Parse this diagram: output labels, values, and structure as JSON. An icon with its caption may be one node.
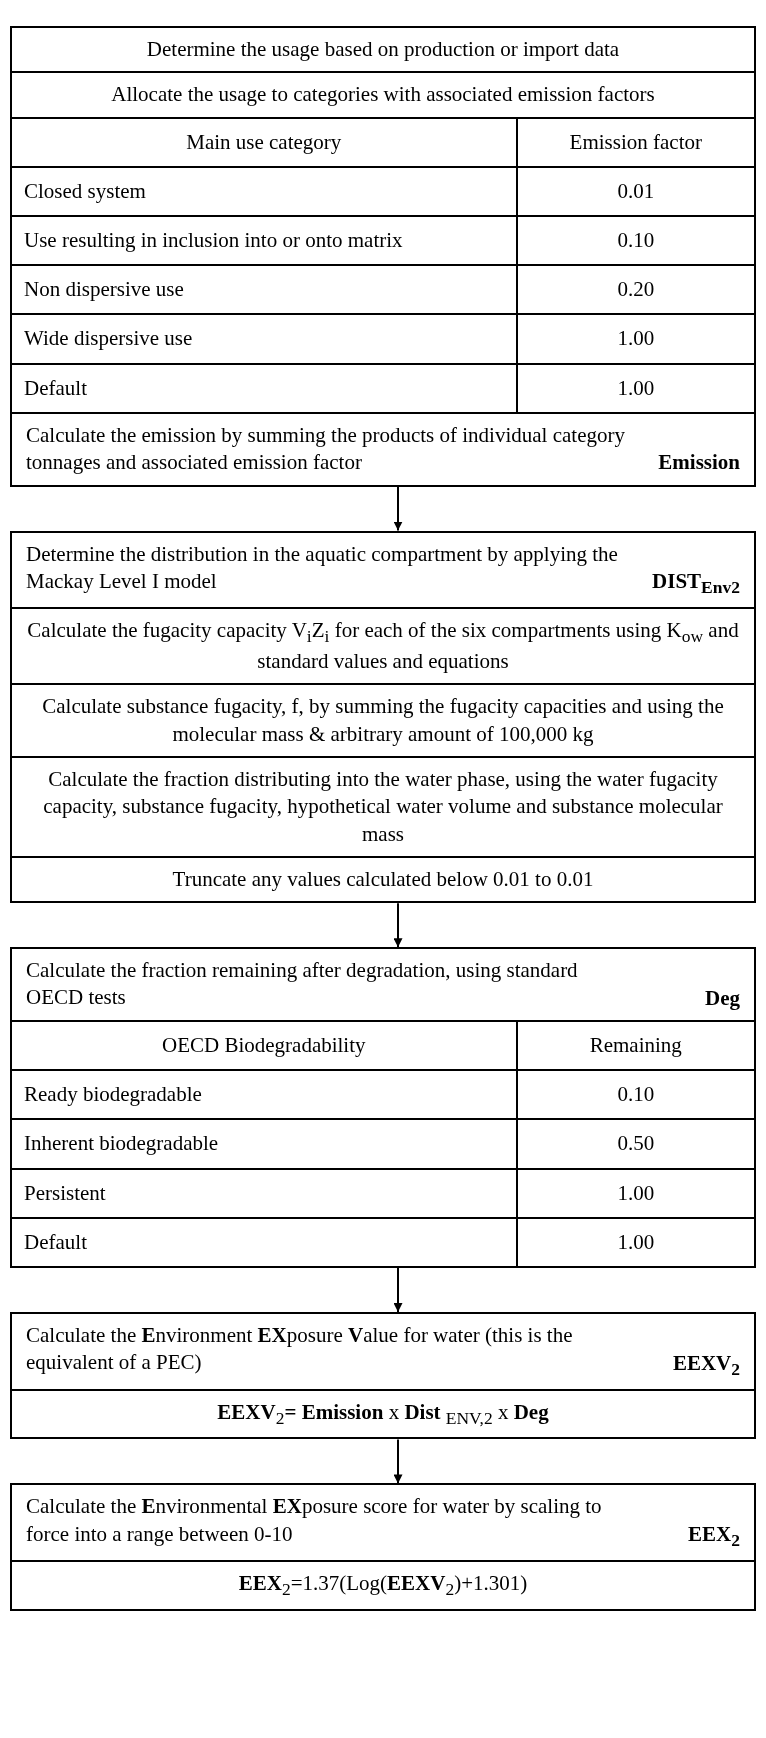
{
  "diagram": {
    "nodes": [
      {
        "text": [],
        "shape": "box"
      },
      {
        "text": [
          "Determine the usage based on production or import data"
        ],
        "in": 0
      },
      {
        "text": [
          "Allocate the usage to categories with associated emission factors"
        ],
        "in": 0
      },
      {
        "text": [
          "Calculate the emission by summing the products of individual category tonnages and associated emission factor",
          "Emission"
        ],
        "in": 0
      },
      {
        "text": [],
        "shape": "box"
      },
      {
        "text": [
          "Determine the distribution in the aquatic compartment by applying the Mackay Level I model",
          "DIST$_{Env2}$"
        ],
        "in": 4
      },
      {
        "text": [
          "Calculate the fugacity capacity V$_{i}$Z$_{i}$ for each of the six compartments using K$_{ow}$ and standard values and equations"
        ],
        "in": 4
      },
      {
        "text": [
          "Calculate substance fugacity, f, by summing the fugacity capacities and using the molecular mass & arbitrary amount of 100,000 kg"
        ],
        "in": 4
      },
      {
        "text": [
          "Calculate the fraction distributing into the water phase, using the water fugacity capacity, substance fugacity, hypothetical water volume and substance molecular mass"
        ],
        "in": 4
      },
      {
        "text": [
          "Truncate any values calculated below 0.01 to 0.01"
        ],
        "in": 4
      },
      {
        "text": [],
        "shape": "box"
      },
      {
        "text": [
          "Calculate the fraction remaining after degradation, using standard OECD tests",
          "Deg"
        ],
        "in": 10
      },
      {
        "text": [],
        "shape": "box"
      },
      {
        "text": [
          "Calculate the **E**nvironment **EX**posure **V**alue for water (this is the equivalent of a PEC)",
          "EEXV$_{2}$"
        ],
        "in": 12
      },
      {
        "text": [
          "**EEXV**$_{2}$**= Emission** x **Dist** $_{ENV,2}$ x **Deg**"
        ],
        "in": 12
      },
      {
        "text": [],
        "shape": "box"
      },
      {
        "text": [
          "Calculate the **E**nvironmental **EX**posure score for water by scaling to force into a range between 0-10",
          "EEX$_{2}$"
        ],
        "in": 15
      },
      {
        "text": [
          "**EEX**$_{2}$=1.37(Log(**EEXV**$_{2}$)+1.301)"
        ],
        "in": 15
      }
    ],
    "edges": [
      {
        "from": 0,
        "to": 4,
        "arrow": "to"
      },
      {
        "from": 4,
        "to": 10,
        "arrow": "to"
      },
      {
        "from": 10,
        "to": 12,
        "arrow": "to"
      },
      {
        "from": 12,
        "to": 15,
        "arrow": "to"
      }
    ],
    "labels": [
      "Main use category",
      "Emission factor",
      "Closed system",
      "0.01",
      "Use resulting in inclusion into or onto matrix",
      "0.10",
      "Non dispersive use",
      "0.20",
      "Wide dispersive use",
      "1.00",
      "Default",
      "1.00",
      "OECD Biodegradability",
      "Remaining",
      "Ready biodegradable",
      "0.10",
      "Inherent biodegradable",
      "0.50",
      "Persistent",
      "1.00",
      "Default",
      "1.00"
    ]
  }
}
